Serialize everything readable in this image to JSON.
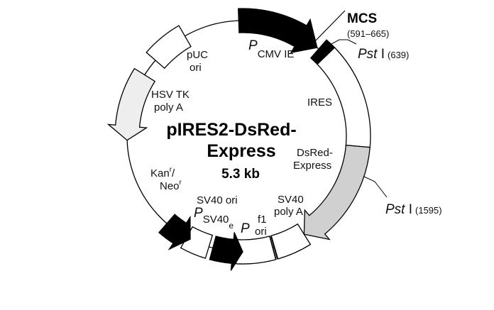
{
  "plasmid": {
    "name_line1": "pIRES2-DsRed-",
    "name_line2": "Express",
    "size": "5.3 kb"
  },
  "features": {
    "pcmv_p": "P",
    "pcmv_sub": "CMV  IE",
    "mcs": "MCS",
    "mcs_range": "(591–665)",
    "pst1_a_name": "Pst",
    "pst1_a_roman": " I",
    "pst1_a_pos": "(639)",
    "ires": "IRES",
    "dsred_1": "DsRed-",
    "dsred_2": "Express",
    "pst1_b_name": "Pst",
    "pst1_b_roman": " I",
    "pst1_b_pos": "(1595)",
    "sv40pa_1": "SV40",
    "sv40pa_2": "poly A",
    "f1_1": "f1",
    "f1_2": "ori",
    "p": "P",
    "sv40ori": "SV40 ori",
    "psv40_p": "P",
    "psv40_sub": "SV40",
    "psv40_e": "e",
    "kan_1": "Kan",
    "kan_sup": "r",
    "kan_slash": "/",
    "neo": "Neo",
    "neo_sup": "r",
    "hsv_1": "HSV TK",
    "hsv_2": "poly A",
    "puc_1": "pUC",
    "puc_2": "ori"
  },
  "colors": {
    "black": "#000000",
    "dsred": "#d0d0d0",
    "kan": "#eeeeee",
    "white": "#ffffff"
  }
}
